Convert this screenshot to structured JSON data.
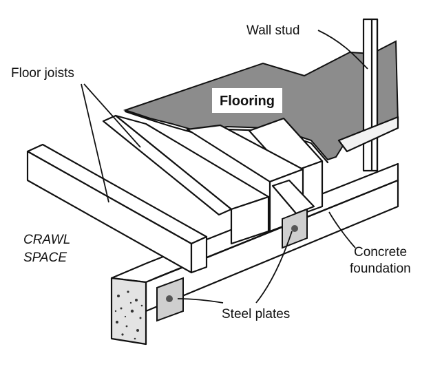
{
  "diagram": {
    "labels": {
      "wall_stud": "Wall stud",
      "floor_joists": "Floor joists",
      "flooring": "Flooring",
      "crawl_space_line1": "CRAWL",
      "crawl_space_line2": "SPACE",
      "concrete_foundation_line1": "Concrete",
      "concrete_foundation_line2": "foundation",
      "steel_plates": "Steel plates"
    },
    "colors": {
      "flooring_fill": "#8c8c8c",
      "stroke": "#111111",
      "background": "#ffffff"
    }
  }
}
